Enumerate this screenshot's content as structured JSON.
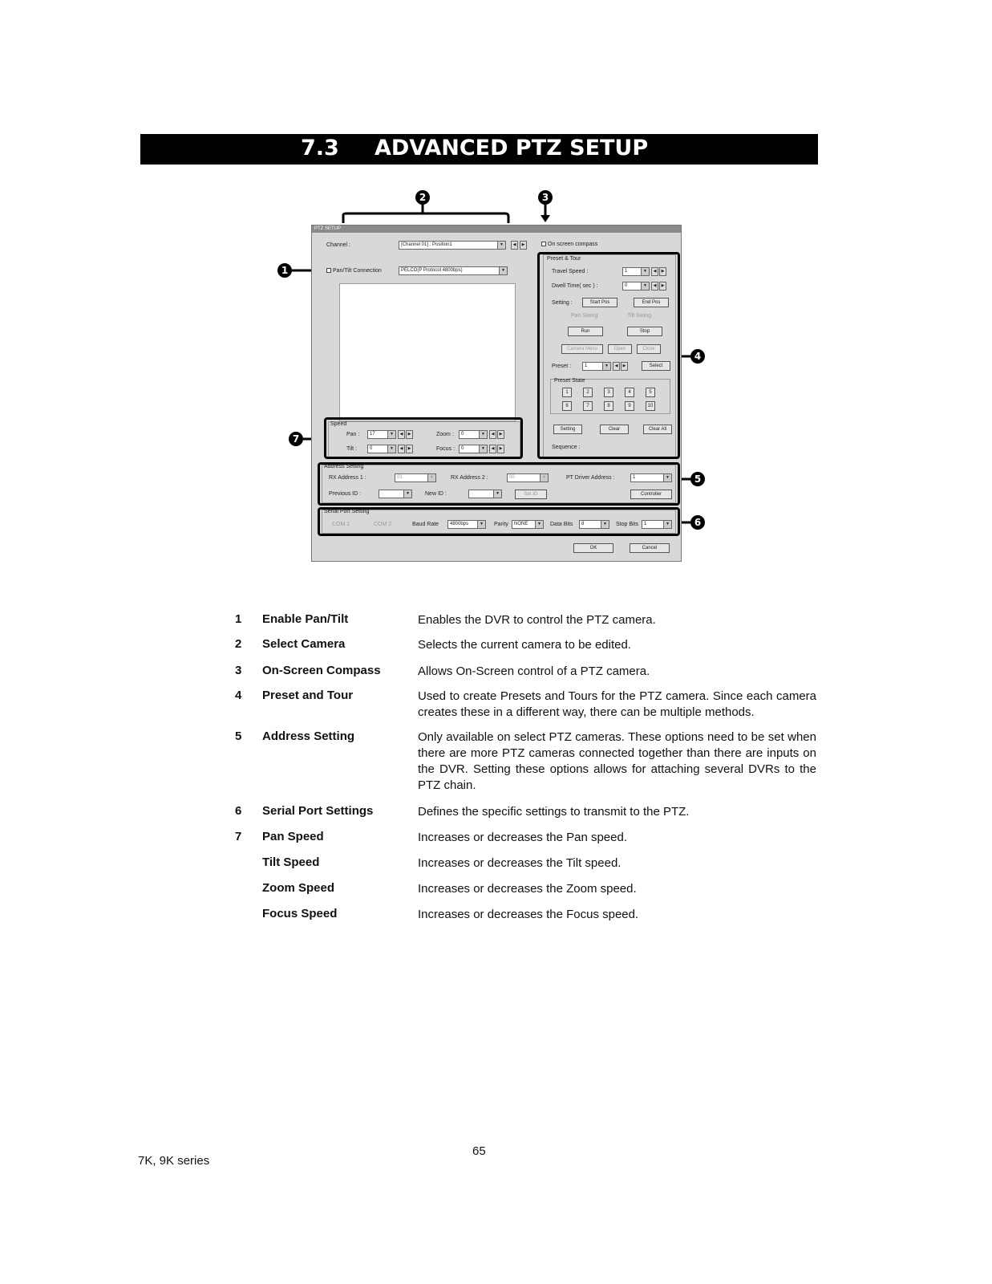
{
  "section": {
    "number": "7.3",
    "title": "ADVANCED PTZ SETUP"
  },
  "dialog": {
    "title": "PTZ SETUP",
    "channel_label": "Channel :",
    "channel_value": "[Channel 01] : Position1",
    "onscreen_compass": "On screen compass",
    "pan_tilt_connection": "Pan/Tilt Connection",
    "protocol_value": "PELCO(P Protocol 4800bps)",
    "preset_tour_group": "Preset & Tour",
    "travel_speed_label": "Travel Speed :",
    "travel_speed_value": "1",
    "dwell_time_label": "Dwell Time( sec ) :",
    "dwell_time_value": "0",
    "setting_label": "Setting :",
    "start_pos": "Start Pos",
    "end_pos": "End Pos",
    "pan_swing": "Pan Swing",
    "tilt_swing": "Tilt Swing",
    "run": "Run",
    "stop": "Stop",
    "camera_menu": "Camera Menu",
    "open": "Open",
    "close": "Close",
    "preset_label": "Preset :",
    "preset_value": "1",
    "select": "Select",
    "preset_state_group": "Preset State",
    "preset_numbers": [
      "1",
      "2",
      "3",
      "4",
      "5",
      "6",
      "7",
      "8",
      "9",
      "10"
    ],
    "setting_btn": "Setting",
    "clear_btn": "Clear",
    "clear_all_btn": "Clear All",
    "sequence_label": "Sequence :",
    "speed_group": "Speed",
    "pan_label": "Pan :",
    "pan_value": "17",
    "tilt_label": "Tilt :",
    "tilt_value": "0",
    "zoom_label": "Zoom :",
    "zoom_value": "0",
    "focus_label": "Focus :",
    "focus_value": "0",
    "address_group": "Address Setting",
    "rx1_label": "RX Address 1 :",
    "rx1_value": "01",
    "rx2_label": "RX Address 2 :",
    "rx2_value": "00",
    "pt_driver_label": "PT Driver Address :",
    "pt_driver_value": "1",
    "previous_id_label": "Previous ID :",
    "new_id_label": "New ID :",
    "set_id": "Set ID",
    "controller": "Controller",
    "serial_group": "Serial Port Setting",
    "com1": "COM 1",
    "com2": "COM 2",
    "baud_label": "Baud Rate",
    "baud_value": "4800bps",
    "parity_label": "Parity",
    "parity_value": "NONE",
    "data_bits_label": "Data Bits",
    "data_bits_value": "8",
    "stop_bits_label": "Stop Bits",
    "stop_bits_value": "1",
    "ok": "OK",
    "cancel": "Cancel"
  },
  "callouts": [
    "1",
    "2",
    "3",
    "4",
    "5",
    "6",
    "7"
  ],
  "items": [
    {
      "num": "1",
      "term": "Enable Pan/Tilt",
      "desc": "Enables the DVR to control the PTZ camera."
    },
    {
      "num": "2",
      "term": "Select Camera",
      "desc": "Selects the current camera to be edited."
    },
    {
      "num": "3",
      "term": "On-Screen Compass",
      "desc": "Allows On-Screen control of a PTZ camera."
    },
    {
      "num": "4",
      "term": "Preset and Tour",
      "desc": "Used to create Presets and Tours for the PTZ camera.  Since each camera creates these in a different way, there can be multiple methods."
    },
    {
      "num": "5",
      "term": "Address Setting",
      "desc": "Only available on select PTZ cameras.  These options need to be set when there are more PTZ cameras connected together than there are inputs on the DVR.  Setting these options allows for attaching several DVRs to the PTZ chain."
    },
    {
      "num": "6",
      "term": "Serial Port Settings",
      "desc": "Defines the specific settings to transmit to the PTZ."
    },
    {
      "num": "7",
      "term": "Pan Speed",
      "desc": "Increases or decreases the Pan speed."
    },
    {
      "num": "",
      "term": "Tilt Speed",
      "desc": "Increases or decreases the Tilt speed."
    },
    {
      "num": "",
      "term": "Zoom Speed",
      "desc": "Increases or decreases the Zoom speed."
    },
    {
      "num": "",
      "term": "Focus Speed",
      "desc": "Increases or decreases the Focus speed."
    }
  ],
  "footer": {
    "series": "7K, 9K series",
    "page": "65"
  }
}
